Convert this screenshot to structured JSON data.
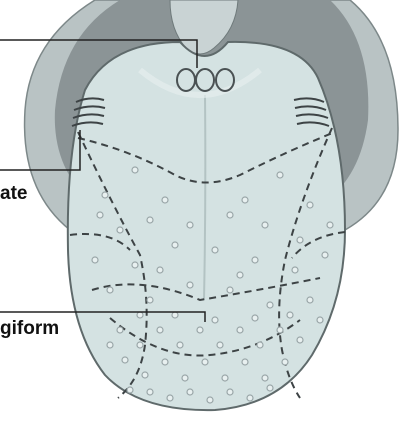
{
  "labels": {
    "foliate_partial": "ate",
    "fungiform_partial": "giform"
  },
  "colors": {
    "background": "#ffffff",
    "throat_outer": "#b9c3c4",
    "throat_inner": "#8b9496",
    "tongue_fill": "#d4e2e2",
    "tongue_light": "#e6eeee",
    "tongue_edge": "#5f6a6b",
    "dashed_region": "#3d4345",
    "papilla": "#9aa6a8",
    "leader_line": "#222222"
  },
  "icons": {
    "circumvallate_papillae": "three-ring-bumps",
    "foliate_papillae": "ridged-folds",
    "fungiform_papillae": "small-circle-dots"
  }
}
